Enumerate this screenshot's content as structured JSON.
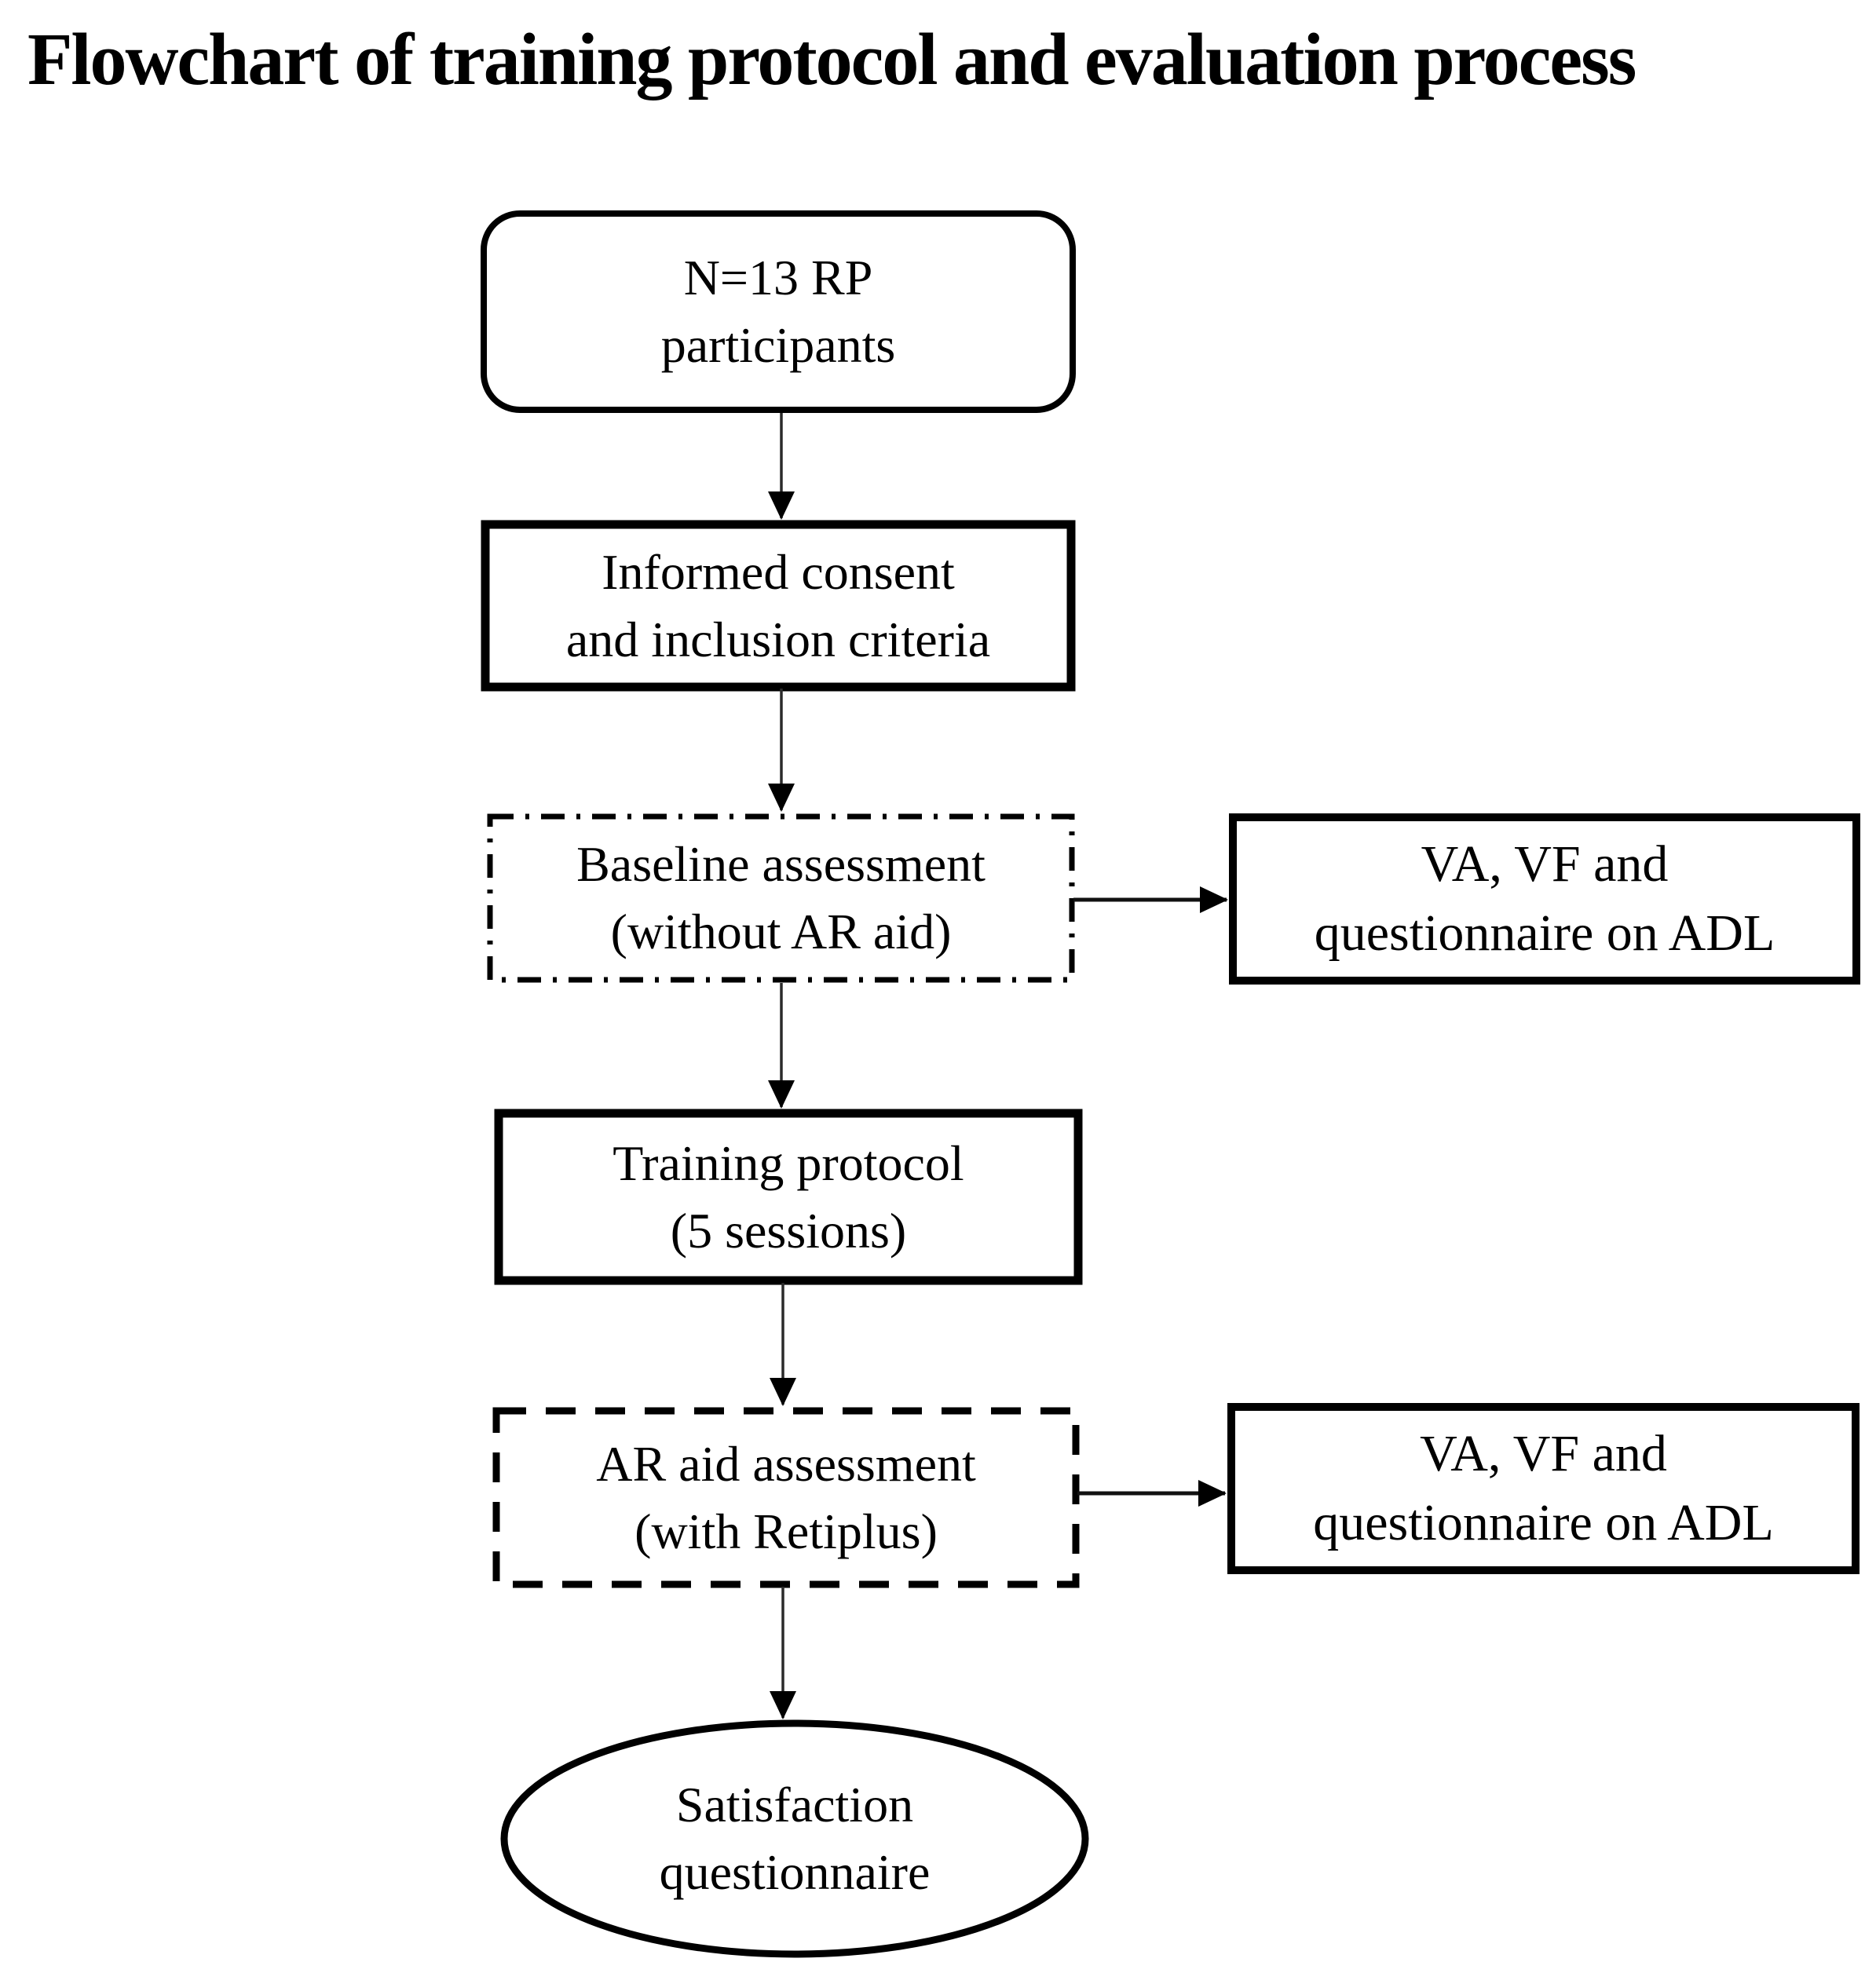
{
  "figure": {
    "title": "Flowchart of training protocol and evaluation process"
  },
  "flowchart": {
    "background_color": "#ffffff",
    "stroke_color": "#000000",
    "text_color": "#000000",
    "nodes": {
      "participants": {
        "line1": "N=13 RP",
        "line2": "participants",
        "shape": "rounded-rectangle",
        "border_style": "solid"
      },
      "consent": {
        "line1": "Informed consent",
        "line2": "and inclusion criteria",
        "shape": "rectangle",
        "border_style": "solid"
      },
      "baseline": {
        "line1": "Baseline assessment",
        "line2": "(without AR aid)",
        "shape": "rectangle",
        "border_style": "dash-dot"
      },
      "baseline_outcome": {
        "line1": "VA, VF and",
        "line2": "questionnaire on ADL",
        "shape": "rectangle",
        "border_style": "solid"
      },
      "training": {
        "line1": "Training protocol",
        "line2": "(5 sessions)",
        "shape": "rectangle",
        "border_style": "solid"
      },
      "ar_aid": {
        "line1": "AR aid assessment",
        "line2": "(with Retiplus)",
        "shape": "rectangle",
        "border_style": "dashed"
      },
      "ar_outcome": {
        "line1": "VA, VF and",
        "line2": "questionnaire on ADL",
        "shape": "rectangle",
        "border_style": "solid"
      },
      "satisfaction": {
        "line1": "Satisfaction",
        "line2": "questionnaire",
        "shape": "ellipse",
        "border_style": "solid"
      }
    },
    "edges": [
      {
        "from": "participants",
        "to": "consent",
        "direction": "down"
      },
      {
        "from": "consent",
        "to": "baseline",
        "direction": "down"
      },
      {
        "from": "baseline",
        "to": "baseline_outcome",
        "direction": "right"
      },
      {
        "from": "baseline",
        "to": "training",
        "direction": "down"
      },
      {
        "from": "training",
        "to": "ar_aid",
        "direction": "down"
      },
      {
        "from": "ar_aid",
        "to": "ar_outcome",
        "direction": "right"
      },
      {
        "from": "ar_aid",
        "to": "satisfaction",
        "direction": "down"
      }
    ]
  }
}
